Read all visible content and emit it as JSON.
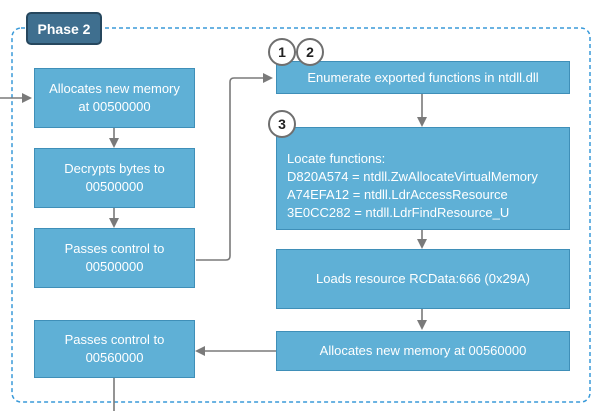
{
  "phase": {
    "label": "Phase 2"
  },
  "left_column": {
    "alloc": "Allocates new memory\nat 00500000",
    "decrypt": "Decrypts bytes to\n00500000",
    "pass1": "Passes control to\n00500000",
    "pass2": "Passes control to\n00560000"
  },
  "right_column": {
    "enumerate": "Enumerate exported functions in ntdll.dll",
    "locate": {
      "title": "Locate functions:",
      "lines": [
        "D820A574 = ntdll.ZwAllocateVirtualMemory",
        "A74EFA12 = ntdll.LdrAccessResource",
        "3E0CC282 = ntdll.LdrFindResource_U"
      ]
    },
    "loads": "Loads resource RCData:666 (0x29A)",
    "alloc2": "Allocates new memory at 00560000"
  },
  "badges": {
    "b1": "1",
    "b2": "2",
    "b3": "3"
  },
  "colors": {
    "box_fill": "#5fb0d6",
    "box_border": "#3f8fb8",
    "phase_fill": "#3f6f8f",
    "dashed_border": "#3a9ad9",
    "arrow": "#7a7a7a"
  }
}
